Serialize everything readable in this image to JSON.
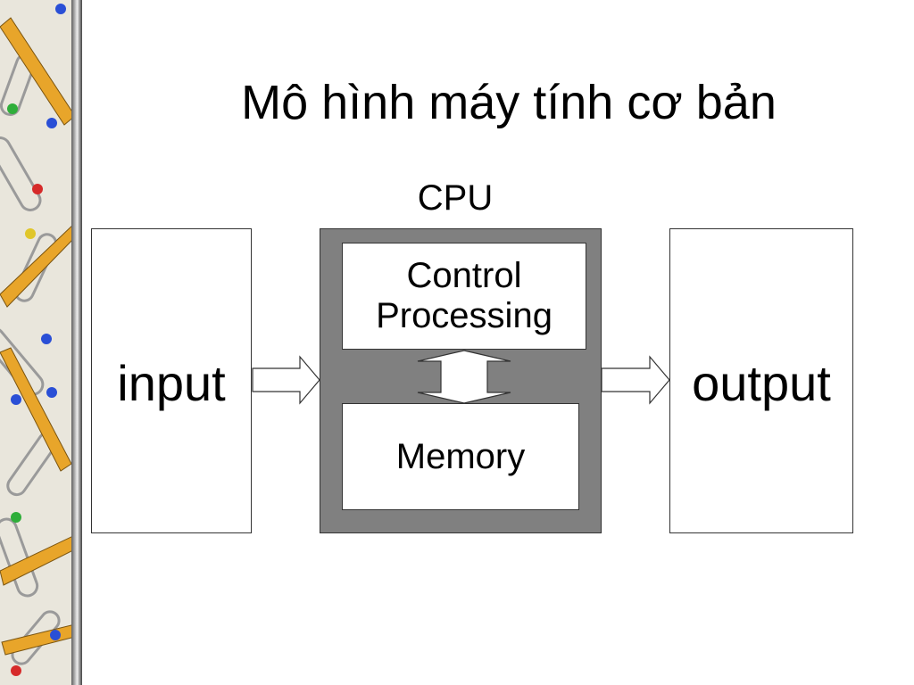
{
  "title": "Mô hình máy tính cơ bản",
  "cpu_label": "CPU",
  "blocks": {
    "input": "input",
    "output": "output",
    "control_line1": "Control",
    "control_line2": "Processing",
    "memory": "Memory"
  },
  "colors": {
    "cpu_fill": "#808080",
    "box_fill": "#ffffff",
    "stroke": "#333333"
  }
}
